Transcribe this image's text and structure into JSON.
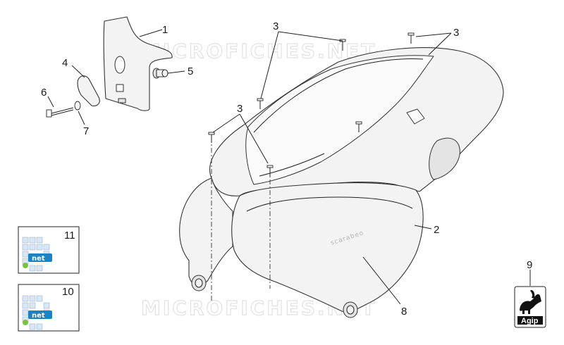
{
  "watermark": "MICROFICHES.NET",
  "panel_brand": "scarabeo",
  "callouts": {
    "c1": "1",
    "c2": "2",
    "c3a": "3",
    "c3b": "3",
    "c3c": "3",
    "c4": "4",
    "c5": "5",
    "c6": "6",
    "c7": "7",
    "c8": "8",
    "c9": "9",
    "c10": "10",
    "c11": "11"
  },
  "net_logo_11": "net",
  "net_logo_10": "net",
  "agip_label": "Agip"
}
